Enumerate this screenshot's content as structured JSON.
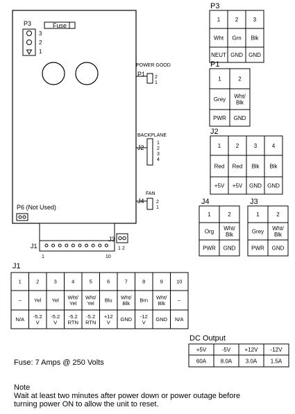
{
  "board": {
    "fuse_label": "Fuse",
    "p3_label": "P3",
    "p3_pins": [
      "3",
      "2",
      "1"
    ],
    "p6_label": "P6 (Not Used)",
    "j1_label": "J1",
    "j1_pin_first": "1",
    "j1_pin_last": "10",
    "j3_label": "J3",
    "j3_pins": "1 2",
    "p1_label": "P1",
    "p1_caption": "POWER GOOD",
    "p1_pins": [
      "2",
      "1"
    ],
    "j2_label": "J2",
    "j2_caption": "BACKPLANE",
    "j2_pins": [
      "1",
      "2",
      "3",
      "4"
    ],
    "j4_label": "J4",
    "j4_caption": "FAN",
    "j4_pins": [
      "2",
      "1"
    ]
  },
  "tables": {
    "p3": {
      "title": "P3",
      "pins": [
        "1",
        "2",
        "3"
      ],
      "colors": [
        "Wht",
        "Grn",
        "Blk"
      ],
      "signals": [
        "NEUT",
        "GND",
        "GND"
      ]
    },
    "p1": {
      "title": "P1",
      "pins": [
        "1",
        "2"
      ],
      "colors": [
        [
          "Grey"
        ],
        [
          "Wht/",
          "Blk"
        ]
      ],
      "signals": [
        "PWR",
        "GND"
      ]
    },
    "j2": {
      "title": "J2",
      "pins": [
        "1",
        "2",
        "3",
        "4"
      ],
      "colors": [
        "Red",
        "Red",
        "Blk",
        "Blk"
      ],
      "signals": [
        "+5V",
        "+5V",
        "GND",
        "GND"
      ]
    },
    "j4": {
      "title": "J4",
      "pins": [
        "1",
        "2"
      ],
      "colors": [
        [
          "Org"
        ],
        [
          "Wht/",
          "Blk"
        ]
      ],
      "signals": [
        "PWR",
        "GND"
      ]
    },
    "j3": {
      "title": "J3",
      "pins": [
        "1",
        "2"
      ],
      "colors": [
        [
          "Grey"
        ],
        [
          "Wht/",
          "Blk"
        ]
      ],
      "signals": [
        "PWR",
        "GND"
      ]
    },
    "j1": {
      "title": "J1",
      "pins": [
        "1",
        "2",
        "3",
        "4",
        "5",
        "6",
        "7",
        "8",
        "9",
        "10"
      ],
      "colors": [
        [
          "–"
        ],
        [
          "Yel"
        ],
        [
          "Yel"
        ],
        [
          "Wht/",
          "Yel"
        ],
        [
          "Wht/",
          "Yel"
        ],
        [
          "Blu"
        ],
        [
          "Wht/",
          "Blk"
        ],
        [
          "Brn"
        ],
        [
          "Wht/",
          "Blk"
        ],
        [
          "–"
        ]
      ],
      "signals": [
        [
          "N/A"
        ],
        [
          "-5.2",
          "V"
        ],
        [
          "-5.2",
          "V"
        ],
        [
          "-5.2",
          "RTN"
        ],
        [
          "-5.2",
          "RTN"
        ],
        [
          "+12",
          "V"
        ],
        [
          "GND"
        ],
        [
          "-12",
          "V"
        ],
        [
          "GND"
        ],
        [
          "N/A"
        ]
      ]
    },
    "dc": {
      "title": "DC Output",
      "voltages": [
        "+5V",
        "-5V",
        "+12V",
        "-12V"
      ],
      "currents": [
        "60A",
        "8.0A",
        "3.0A",
        "1.5A"
      ]
    }
  },
  "fuse_note": "Fuse: 7 Amps @ 250 Volts",
  "note": {
    "title": "Note",
    "lines": [
      "Wait at least two minutes after power down or power outage before",
      "turning power ON to allow the unit to reset."
    ]
  }
}
